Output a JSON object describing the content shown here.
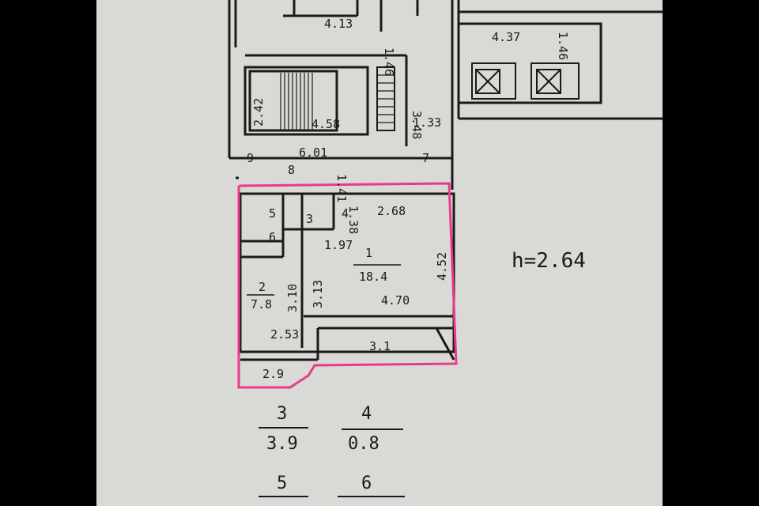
{
  "plan": {
    "ceiling_height": "h=2.64",
    "outline_color": "#e83a8c",
    "corridor_labels": [
      "4.13",
      "1.46",
      "4.37",
      "1.46",
      "2.42",
      "4.58",
      "3.48",
      "1.33",
      "9",
      "6.01",
      "8",
      "1.41",
      "7"
    ],
    "rooms": [
      {
        "number": "1",
        "area": "18.4",
        "dims": [
          "2.68",
          "1.38",
          "4.52",
          "1.97",
          "3.13",
          "4.70"
        ]
      },
      {
        "number": "2",
        "area": "7.8",
        "dims": [
          "3.10",
          "2.53"
        ]
      },
      {
        "number": "3",
        "area": "",
        "dims": []
      },
      {
        "number": "4",
        "area": "",
        "dims": []
      },
      {
        "number": "5",
        "area": "",
        "dims": []
      },
      {
        "number": "6",
        "area": "",
        "dims": []
      }
    ],
    "balcony": {
      "dims": [
        "3.1",
        "2.9"
      ]
    }
  },
  "legend": [
    {
      "number": "3",
      "area": "3.9"
    },
    {
      "number": "4",
      "area": "0.8"
    },
    {
      "number": "5",
      "area": ""
    },
    {
      "number": "6",
      "area": ""
    }
  ]
}
